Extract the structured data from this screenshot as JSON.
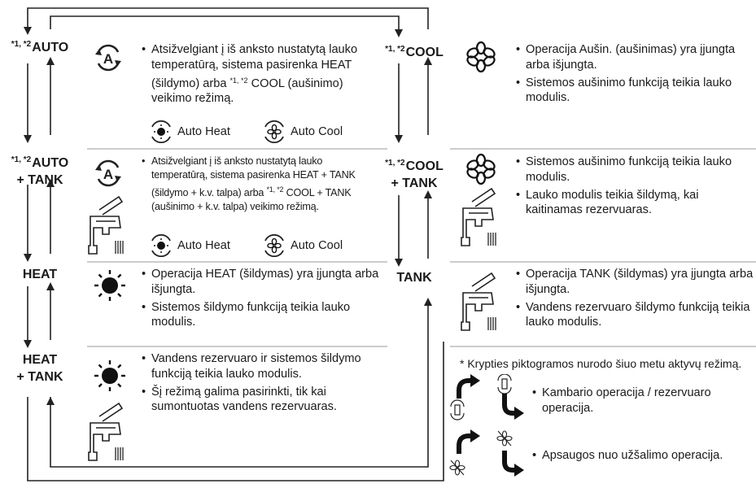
{
  "modes": {
    "auto": {
      "sup": "*1, *2",
      "label": "AUTO"
    },
    "auto_tank": {
      "sup": "*1, *2",
      "label1": "AUTO",
      "label2": "+ TANK"
    },
    "heat": {
      "label": "HEAT"
    },
    "heat_tank": {
      "label1": "HEAT",
      "label2": "+ TANK"
    },
    "cool": {
      "sup": "*1, *2",
      "label": "COOL"
    },
    "cool_tank": {
      "sup": "*1, *2",
      "label1": "COOL",
      "label2": "+ TANK"
    },
    "tank": {
      "label": "TANK"
    }
  },
  "descriptions": {
    "auto": {
      "b1_a": "Atsižvelgiant į iš anksto nustatytą lauko temperatūrą, sistema pasirenka HEAT (šildymo) arba ",
      "b1_sup": "*1, *2",
      "b1_b": " COOL (aušinimo) veikimo režimą."
    },
    "auto_tank": {
      "b1_a": "Atsižvelgiant į iš anksto nustatytą lauko temperatūrą, sistema pasirenka HEAT + TANK (šildymo + k.v. talpa) arba ",
      "b1_sup": "*1, *2",
      "b1_b": " COOL + TANK (aušinimo + k.v. talpa) veikimo režimą."
    },
    "heat": {
      "b1": "Operacija HEAT (šildymas) yra įjungta arba išjungta.",
      "b2": "Sistemos šildymo funkciją teikia lauko modulis."
    },
    "heat_tank": {
      "b1": "Vandens rezervuaro ir sistemos šildymo funkciją teikia lauko modulis.",
      "b2": "Šį režimą galima pasirinkti, tik kai sumontuotas vandens rezervuaras."
    },
    "cool": {
      "b1": "Operacija Aušin. (aušinimas) yra įjungta arba išjungta.",
      "b2": "Sistemos aušinimo funkciją teikia lauko modulis."
    },
    "cool_tank": {
      "b1": "Sistemos aušinimo funkciją teikia lauko modulis.",
      "b2": "Lauko modulis teikia šildymą, kai kaitinamas rezervuaras."
    },
    "tank": {
      "b1": "Operacija TANK (šildymas) yra įjungta arba išjungta.",
      "b2": "Vandens rezervuaro šildymo funkciją teikia lauko modulis."
    }
  },
  "sublabels": {
    "auto_heat": "Auto Heat",
    "auto_cool": "Auto Cool"
  },
  "legend": {
    "note": "* Krypties piktogramos nurodo šiuo metu aktyvų režimą.",
    "item1": "Kambario operacija / rezervuaro operacija.",
    "item2": "Apsaugos nuo užšalimo operacija."
  },
  "icons": [
    "auto-mode-icon",
    "sun-icon",
    "snowflake-icon",
    "tap-icon",
    "auto-heat-icon",
    "auto-cool-icon",
    "room-tank-arrows-icon",
    "antifreeze-arrows-icon"
  ]
}
